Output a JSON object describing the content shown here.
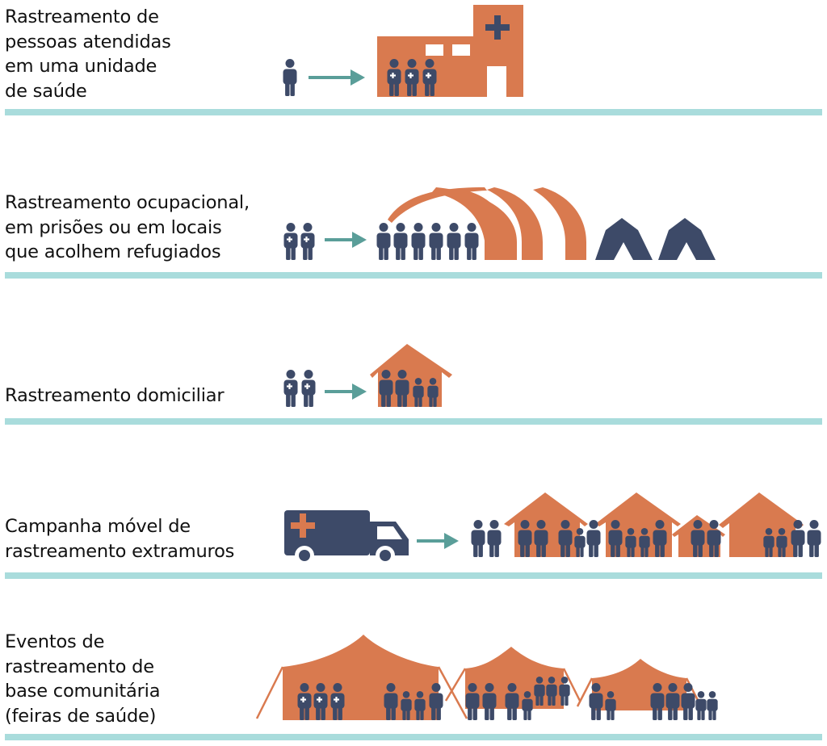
{
  "colors": {
    "orange": "#D97A4F",
    "navy": "#3D4A68",
    "teal_arrow": "#5A9E99",
    "divider": "#A9DCDC"
  },
  "rows": [
    {
      "id": "health-unit",
      "label_lines": [
        "Rastreamento de",
        "pessoas atendidas",
        "em uma unidade",
        "de saúde"
      ]
    },
    {
      "id": "occupational",
      "label_lines": [
        "Rastreamento ocupacional,",
        "em prisões ou em locais",
        "que acolhem refugiados"
      ]
    },
    {
      "id": "household",
      "label_lines": [
        "Rastreamento domiciliar"
      ]
    },
    {
      "id": "mobile-campaign",
      "label_lines": [
        "Campanha móvel de",
        "rastreamento extramuros"
      ]
    },
    {
      "id": "community-events",
      "label_lines": [
        "Eventos de",
        "rastreamento de",
        "base comunitária",
        "(feiras de saúde)"
      ]
    }
  ]
}
